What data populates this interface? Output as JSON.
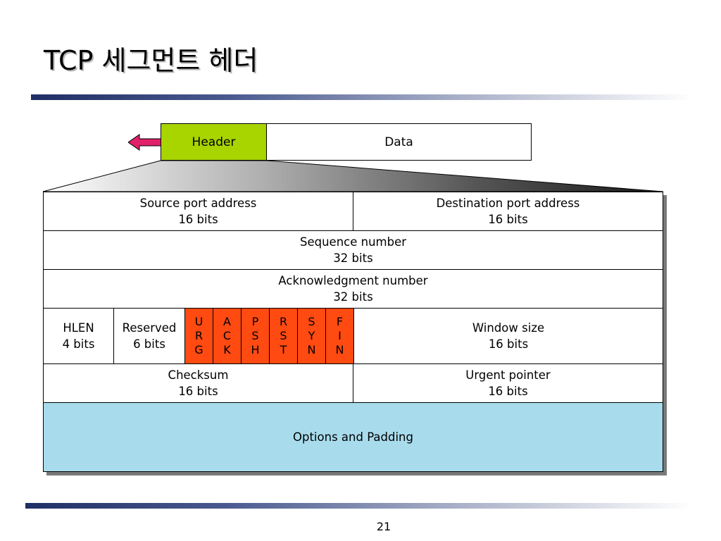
{
  "slide": {
    "title": "TCP 세그먼트 헤더",
    "page_number": "21"
  },
  "segment": {
    "header_label": "Header",
    "data_label": "Data"
  },
  "header_fields": {
    "source_port": {
      "name": "Source port address",
      "size": "16 bits"
    },
    "destination_port": {
      "name": "Destination port address",
      "size": "16 bits"
    },
    "sequence_number": {
      "name": "Sequence number",
      "size": "32 bits"
    },
    "ack_number": {
      "name": "Acknowledgment number",
      "size": "32 bits"
    },
    "hlen": {
      "name": "HLEN",
      "size": "4 bits"
    },
    "reserved": {
      "name": "Reserved",
      "size": "6 bits"
    },
    "flags": [
      {
        "l1": "U",
        "l2": "R",
        "l3": "G"
      },
      {
        "l1": "A",
        "l2": "C",
        "l3": "K"
      },
      {
        "l1": "P",
        "l2": "S",
        "l3": "H"
      },
      {
        "l1": "R",
        "l2": "S",
        "l3": "T"
      },
      {
        "l1": "S",
        "l2": "Y",
        "l3": "N"
      },
      {
        "l1": "F",
        "l2": "I",
        "l3": "N"
      }
    ],
    "window_size": {
      "name": "Window size",
      "size": "16 bits"
    },
    "checksum": {
      "name": "Checksum",
      "size": "16 bits"
    },
    "urgent_pointer": {
      "name": "Urgent pointer",
      "size": "16 bits"
    },
    "options": {
      "name": "Options and Padding"
    }
  },
  "colors": {
    "header_segment": "#a8d400",
    "flags": "#ff4a12",
    "options": "#a8dcec",
    "arrow": "#e0206a",
    "rule": "#1f2f66"
  }
}
